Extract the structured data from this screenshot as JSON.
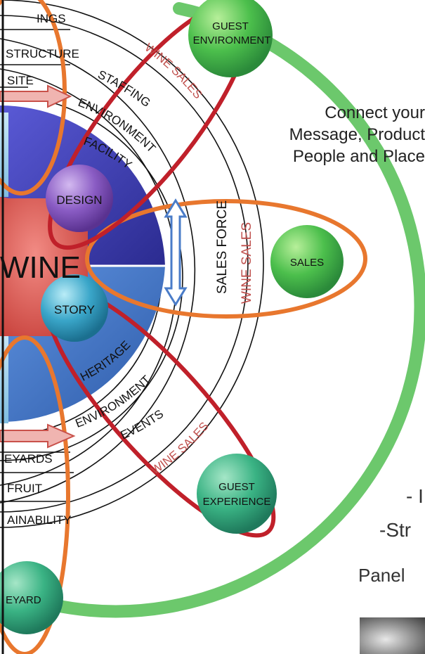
{
  "center_label": "WINE",
  "left_ring_labels": {
    "buildings": "INGS",
    "infrastructure": "STRUCTURE",
    "site": "SITE",
    "vineyards": "EYARDS",
    "fruit": "FRUIT",
    "sustainability": "AINABILITY"
  },
  "inner_orbs": {
    "design": "DESIGN",
    "story": "STORY"
  },
  "quadrant_labels": {
    "facility": "FACILITY",
    "heritage": "HERITAGE"
  },
  "upper_arc_labels": {
    "environment": "ENVIRONMENT",
    "staffing": "STAFFING",
    "wine_sales": "WINE SALES"
  },
  "middle_labels": {
    "sales_force": "SALES FORCE",
    "wine_sales": "WINE SALES"
  },
  "lower_arc_labels": {
    "environment": "ENVIRONMENT",
    "events": "EVENTS",
    "wine_sales": "WINE SALES"
  },
  "outer_orbs": {
    "guest_environment_line1": "GUEST",
    "guest_environment_line2": "ENVIRONMENT",
    "sales": "SALES",
    "guest_experience_line1": "GUEST",
    "guest_experience_line2": "EXPERIENCE",
    "vineyard": "EYARD"
  },
  "connect_text": [
    "Connect your",
    "Message, Product",
    "People and Place"
  ],
  "bottom_text": {
    "line1": "- I",
    "line2": "-Str",
    "line3": "Panel"
  },
  "colors": {
    "red_oval": "#c0202a",
    "orange_oval": "#e8772e",
    "green_arc": "#5cb85c",
    "wine_red": "#c0504d",
    "facility_blue": "#3b3ba8",
    "heritage_blue": "#3a6ec0",
    "center_red": "#d9534f",
    "arrow_blue": "#4a7cc8"
  }
}
